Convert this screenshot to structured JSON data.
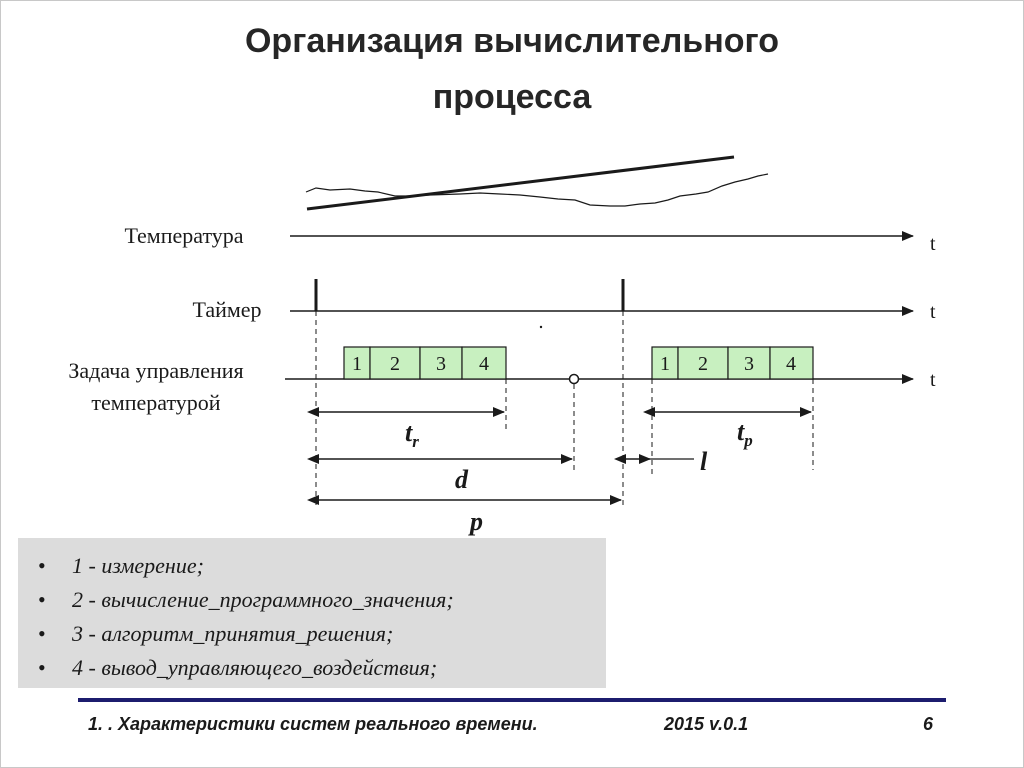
{
  "slide": {
    "title_line1": "Организация вычислительного",
    "title_line2": "процесса"
  },
  "diagram": {
    "axis_time_label": "t",
    "rows": [
      {
        "label": "Температура"
      },
      {
        "label": "Таймер"
      },
      {
        "label_line1": "Задача управления",
        "label_line2": "температурой"
      }
    ],
    "task_blocks": [
      {
        "segments": [
          "1",
          "2",
          "3",
          "4"
        ]
      },
      {
        "segments": [
          "1",
          "2",
          "3",
          "4"
        ]
      }
    ],
    "dimensions": {
      "tr": {
        "main": "t",
        "sub": "r"
      },
      "tp": {
        "main": "t",
        "sub": "p"
      },
      "d": "d",
      "l": "l",
      "p": "p"
    },
    "colors": {
      "task_fill": "#c8f0c0",
      "legend_bg": "#dcdcdc",
      "footer_rule": "#1c1c6e"
    }
  },
  "legend": {
    "items": [
      {
        "bullet": "•",
        "text": "1 - измерение;"
      },
      {
        "bullet": "•",
        "text": "2 - вычисление_программного_значения;"
      },
      {
        "bullet": "•",
        "text": "3 - алгоритм_принятия_решения;"
      },
      {
        "bullet": "•",
        "text": "4 - вывод_управляющего_воздействия;"
      }
    ]
  },
  "footer": {
    "course": "1. . Характеристики систем реального времени.",
    "version": "2015 v.0.1",
    "page": "6"
  }
}
